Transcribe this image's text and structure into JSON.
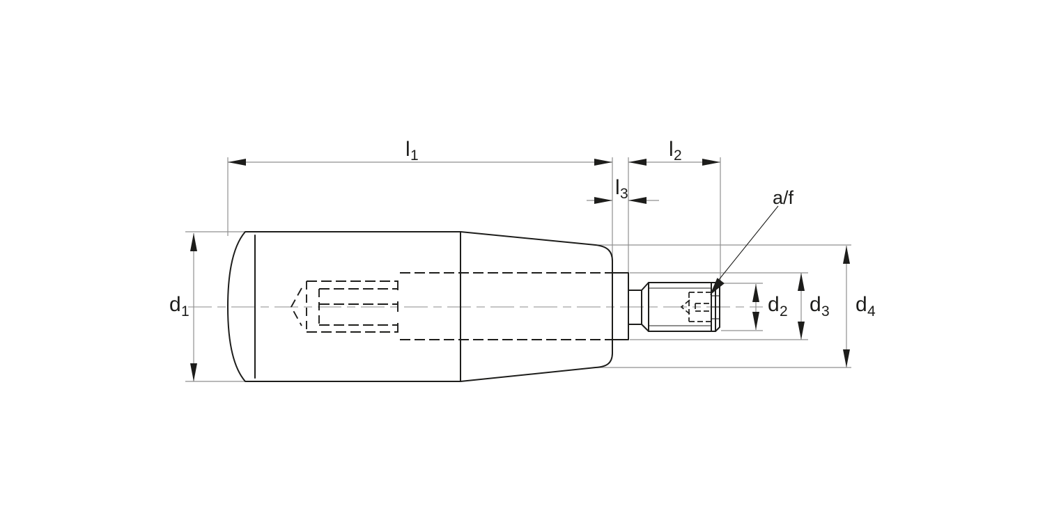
{
  "drawing": {
    "description": "Dimensioned side-view engineering drawing of a machine handle knob with collar and threaded stud"
  },
  "colors": {
    "outline": "#1d1d1b",
    "hidden": "#1d1d1b",
    "dimension": "#8f8f8f",
    "centerline": "#a2a2a2",
    "arrow": "#1d1d1b",
    "text": "#1d1d1b",
    "background": "#ffffff"
  },
  "labels": {
    "l1": {
      "base": "l",
      "sub": "1"
    },
    "l2": {
      "base": "l",
      "sub": "2"
    },
    "l3": {
      "base": "l",
      "sub": "3"
    },
    "d1": {
      "base": "d",
      "sub": "1"
    },
    "d2": {
      "base": "d",
      "sub": "2"
    },
    "d3": {
      "base": "d",
      "sub": "3"
    },
    "d4": {
      "base": "d",
      "sub": "4"
    },
    "af": {
      "text": "a/f"
    }
  }
}
